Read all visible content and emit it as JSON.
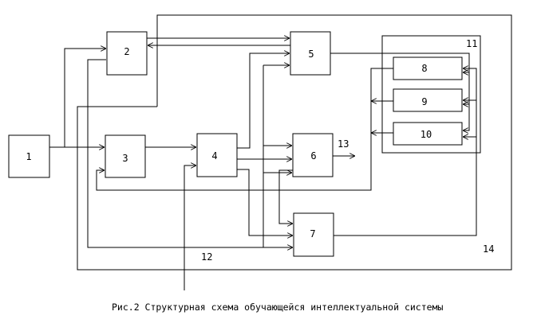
{
  "diagram": {
    "blocks": {
      "b1": "1",
      "b2": "2",
      "b3": "3",
      "b4": "4",
      "b5": "5",
      "b6": "6",
      "b7": "7",
      "b8": "8",
      "b9": "9",
      "b10": "10"
    },
    "labels": {
      "group11": "11",
      "output13": "13",
      "input12": "12",
      "frame14": "14"
    },
    "caption": "Рис.2 Структурная схема обучающейся интеллектуальной системы"
  }
}
